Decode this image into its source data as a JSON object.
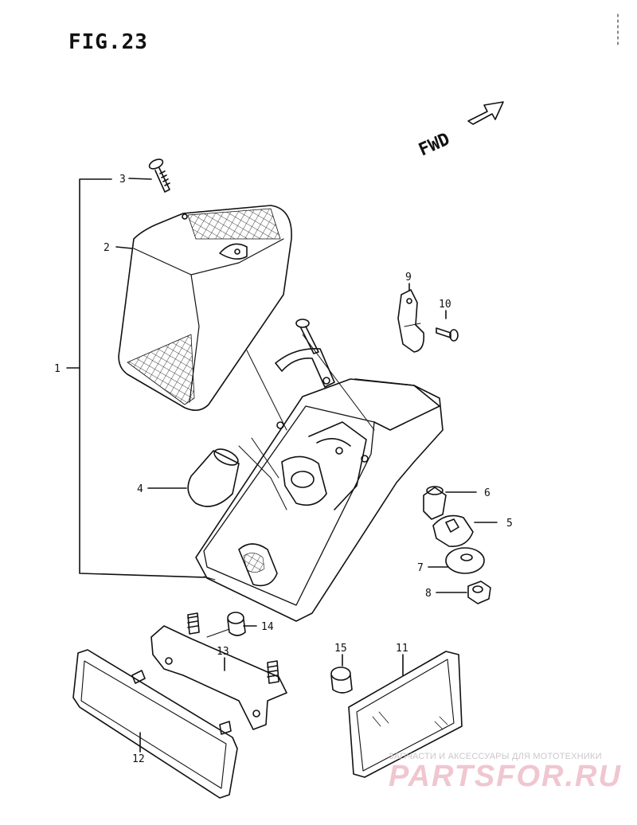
{
  "figure": {
    "title": "FIG.23",
    "direction_label": "FWD"
  },
  "callouts": [
    {
      "id": "1",
      "label": "1"
    },
    {
      "id": "2",
      "label": "2"
    },
    {
      "id": "3",
      "label": "3"
    },
    {
      "id": "4",
      "label": "4"
    },
    {
      "id": "5",
      "label": "5"
    },
    {
      "id": "6",
      "label": "6"
    },
    {
      "id": "7",
      "label": "7"
    },
    {
      "id": "8",
      "label": "8"
    },
    {
      "id": "9",
      "label": "9"
    },
    {
      "id": "10",
      "label": "10"
    },
    {
      "id": "11",
      "label": "11"
    },
    {
      "id": "12",
      "label": "12"
    },
    {
      "id": "13",
      "label": "13"
    },
    {
      "id": "14",
      "label": "14"
    },
    {
      "id": "15",
      "label": "15"
    }
  ],
  "watermark": {
    "caption": "ЗАПЧАСТИ И АКСЕССУАРЫ ДЛЯ МОТОТЕХНИКИ",
    "logo": "PARTSFOR.RU"
  },
  "colors": {
    "line": "#111111",
    "watermark_caption": "#c9c9c9",
    "watermark_logo": "#f0c6cf"
  }
}
